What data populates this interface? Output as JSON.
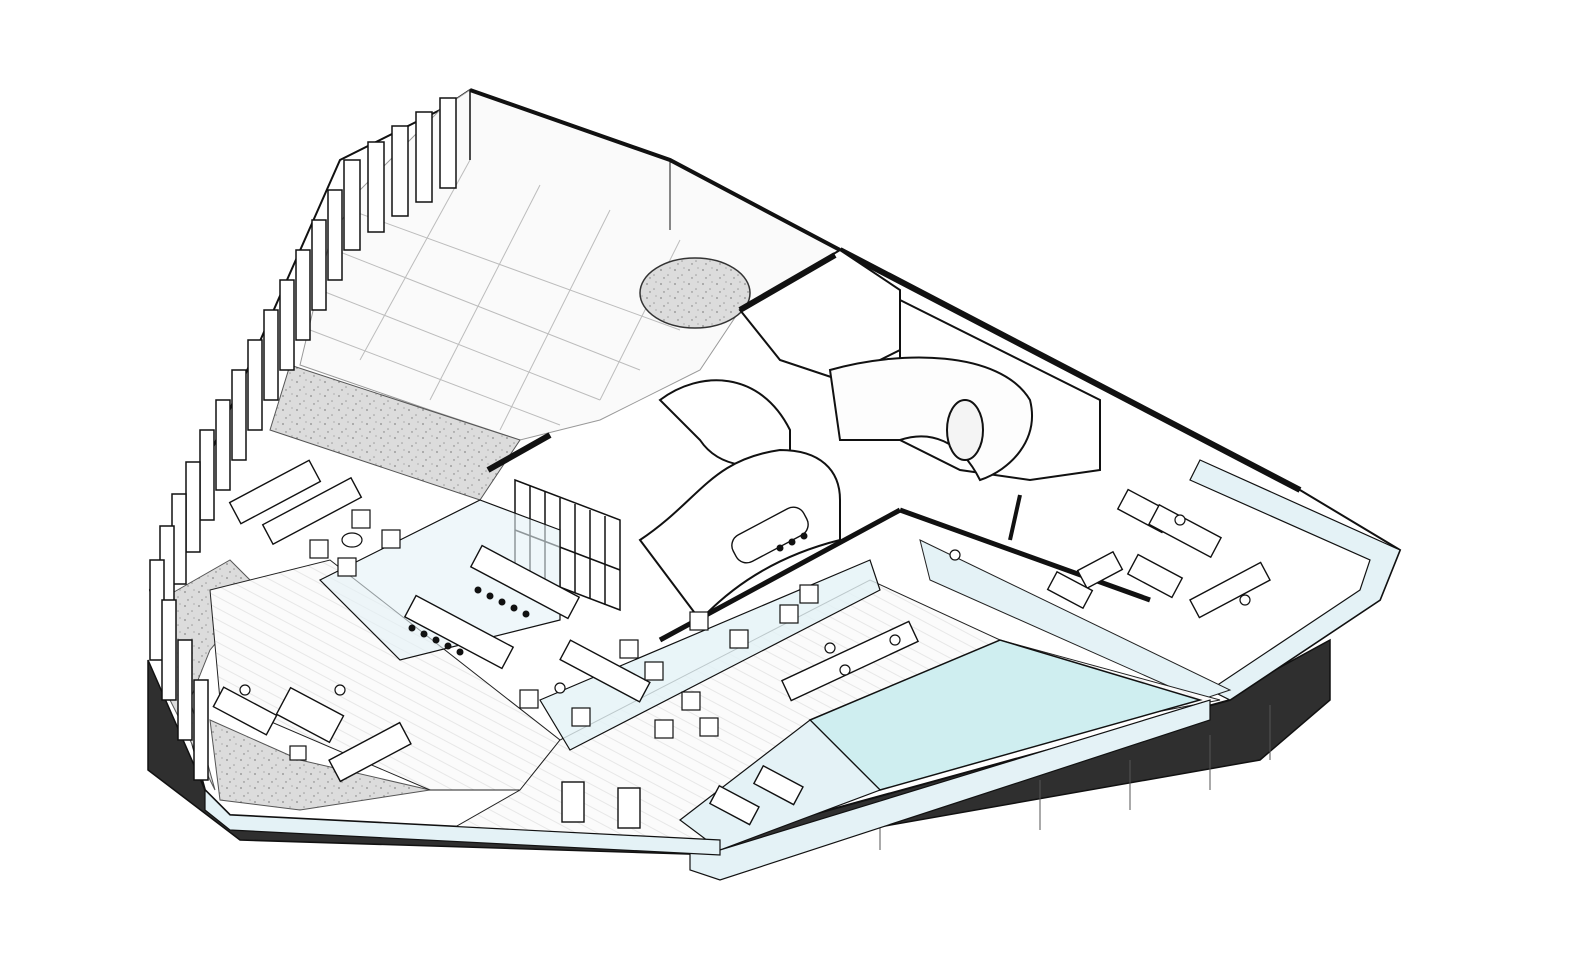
{
  "palette": {
    "background": "#ffffff",
    "line": "#111111",
    "glass": "#e4f2f6",
    "pool": "#cfeef0",
    "terrazzo": "#d9d9d9",
    "base": "#2f2f2f",
    "deck": "#f7f7f7"
  },
  "zones": [
    "roof-terrace-tiles",
    "terrazzo-strip",
    "planted-edge",
    "lounge-deck",
    "pool-deck",
    "swimming-pool",
    "glass-balustrade",
    "interior-core"
  ]
}
